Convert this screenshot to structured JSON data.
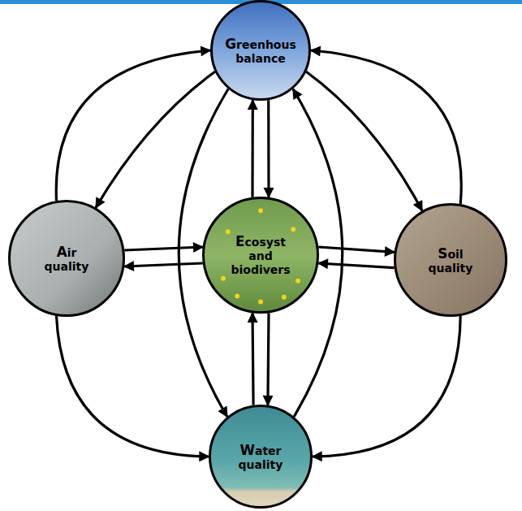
{
  "diagram": {
    "nodes": [
      {
        "text": [
          "Greenhous balance"
        ]
      },
      {
        "text": [
          "Air quality"
        ]
      },
      {
        "text": [
          "Ecosyst and biodivers"
        ]
      },
      {
        "text": [
          "Soil quality"
        ]
      },
      {
        "text": [
          "Water quality"
        ]
      }
    ],
    "edges": [
      {
        "from": 1,
        "to": 0,
        "arrow": "to"
      },
      {
        "from": 0,
        "to": 1,
        "arrow": "to"
      },
      {
        "from": 0,
        "to": 3,
        "arrow": "to"
      },
      {
        "from": 3,
        "to": 0,
        "arrow": "to"
      },
      {
        "from": 2,
        "to": 0,
        "arrow": "to"
      },
      {
        "from": 0,
        "to": 2,
        "arrow": "to"
      },
      {
        "from": 1,
        "to": 2,
        "arrow": "to"
      },
      {
        "from": 2,
        "to": 1,
        "arrow": "to"
      },
      {
        "from": 2,
        "to": 3,
        "arrow": "to"
      },
      {
        "from": 3,
        "to": 2,
        "arrow": "to"
      },
      {
        "from": 4,
        "to": 2,
        "arrow": "to"
      },
      {
        "from": 2,
        "to": 4,
        "arrow": "to"
      },
      {
        "from": 0,
        "to": 4,
        "arrow": "to"
      },
      {
        "from": 4,
        "to": 0,
        "arrow": "to"
      },
      {
        "from": 1,
        "to": 4,
        "arrow": "to"
      },
      {
        "from": 3,
        "to": 4,
        "arrow": "to"
      }
    ]
  }
}
